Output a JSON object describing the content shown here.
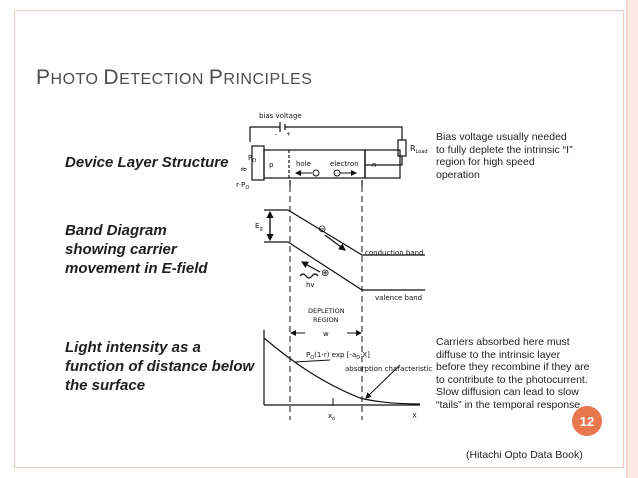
{
  "title": {
    "first_cap": "P",
    "first_rest": "HOTO ",
    "second_cap": "D",
    "second_rest": "ETECTION ",
    "third_cap": "P",
    "third_rest": "RINCIPLES"
  },
  "labels": {
    "device": "Device Layer Structure",
    "band1": "Band Diagram",
    "band2": "showing carrier",
    "band3": "movement in E-field",
    "light1": "Light intensity as a",
    "light2": "function of distance below",
    "light3": "the surface"
  },
  "notes": {
    "bias": [
      "Bias voltage usually needed",
      "to fully deplete the intrinsic “I”",
      "region for high speed",
      "operation"
    ],
    "carriers": [
      "Carriers absorbed here must",
      "diffuse to the intrinsic layer",
      "before they recombine if they are",
      "to contribute to the photocurrent.",
      "Slow diffusion can lead to slow",
      "“tails” in the temporal response."
    ]
  },
  "page_number": "12",
  "source": "(Hitachi Opto Data Book)",
  "figure": {
    "bias_voltage": "bias voltage",
    "r_load": "R",
    "r_load_sub": "Load",
    "p0": "P",
    "p0_sub": "O",
    "r_p0": "r·P",
    "r_p0_sub": "O",
    "region_p": "p",
    "region_hole": "hole",
    "region_electron": "electron",
    "region_n": "n",
    "eg": "E",
    "eg_sub": "g",
    "conduction_band": "conduction band",
    "valence_band": "valence band",
    "hv": "hv",
    "depletion1": "DEPLETION",
    "depletion2": "REGION",
    "w": "w",
    "intensity_formula": "P",
    "intensity_formula_rest": "(1-r) exp [-a",
    "intensity_formula_tail": "·X]",
    "absorption": "absorption characteristic",
    "x0": "x",
    "x0_sub": "o",
    "x": "X",
    "minus": "⊖",
    "plus": "⊕"
  },
  "colors": {
    "accent": "#e8774e",
    "frame": "#f2c9c0",
    "title": "#4d4d4d"
  }
}
